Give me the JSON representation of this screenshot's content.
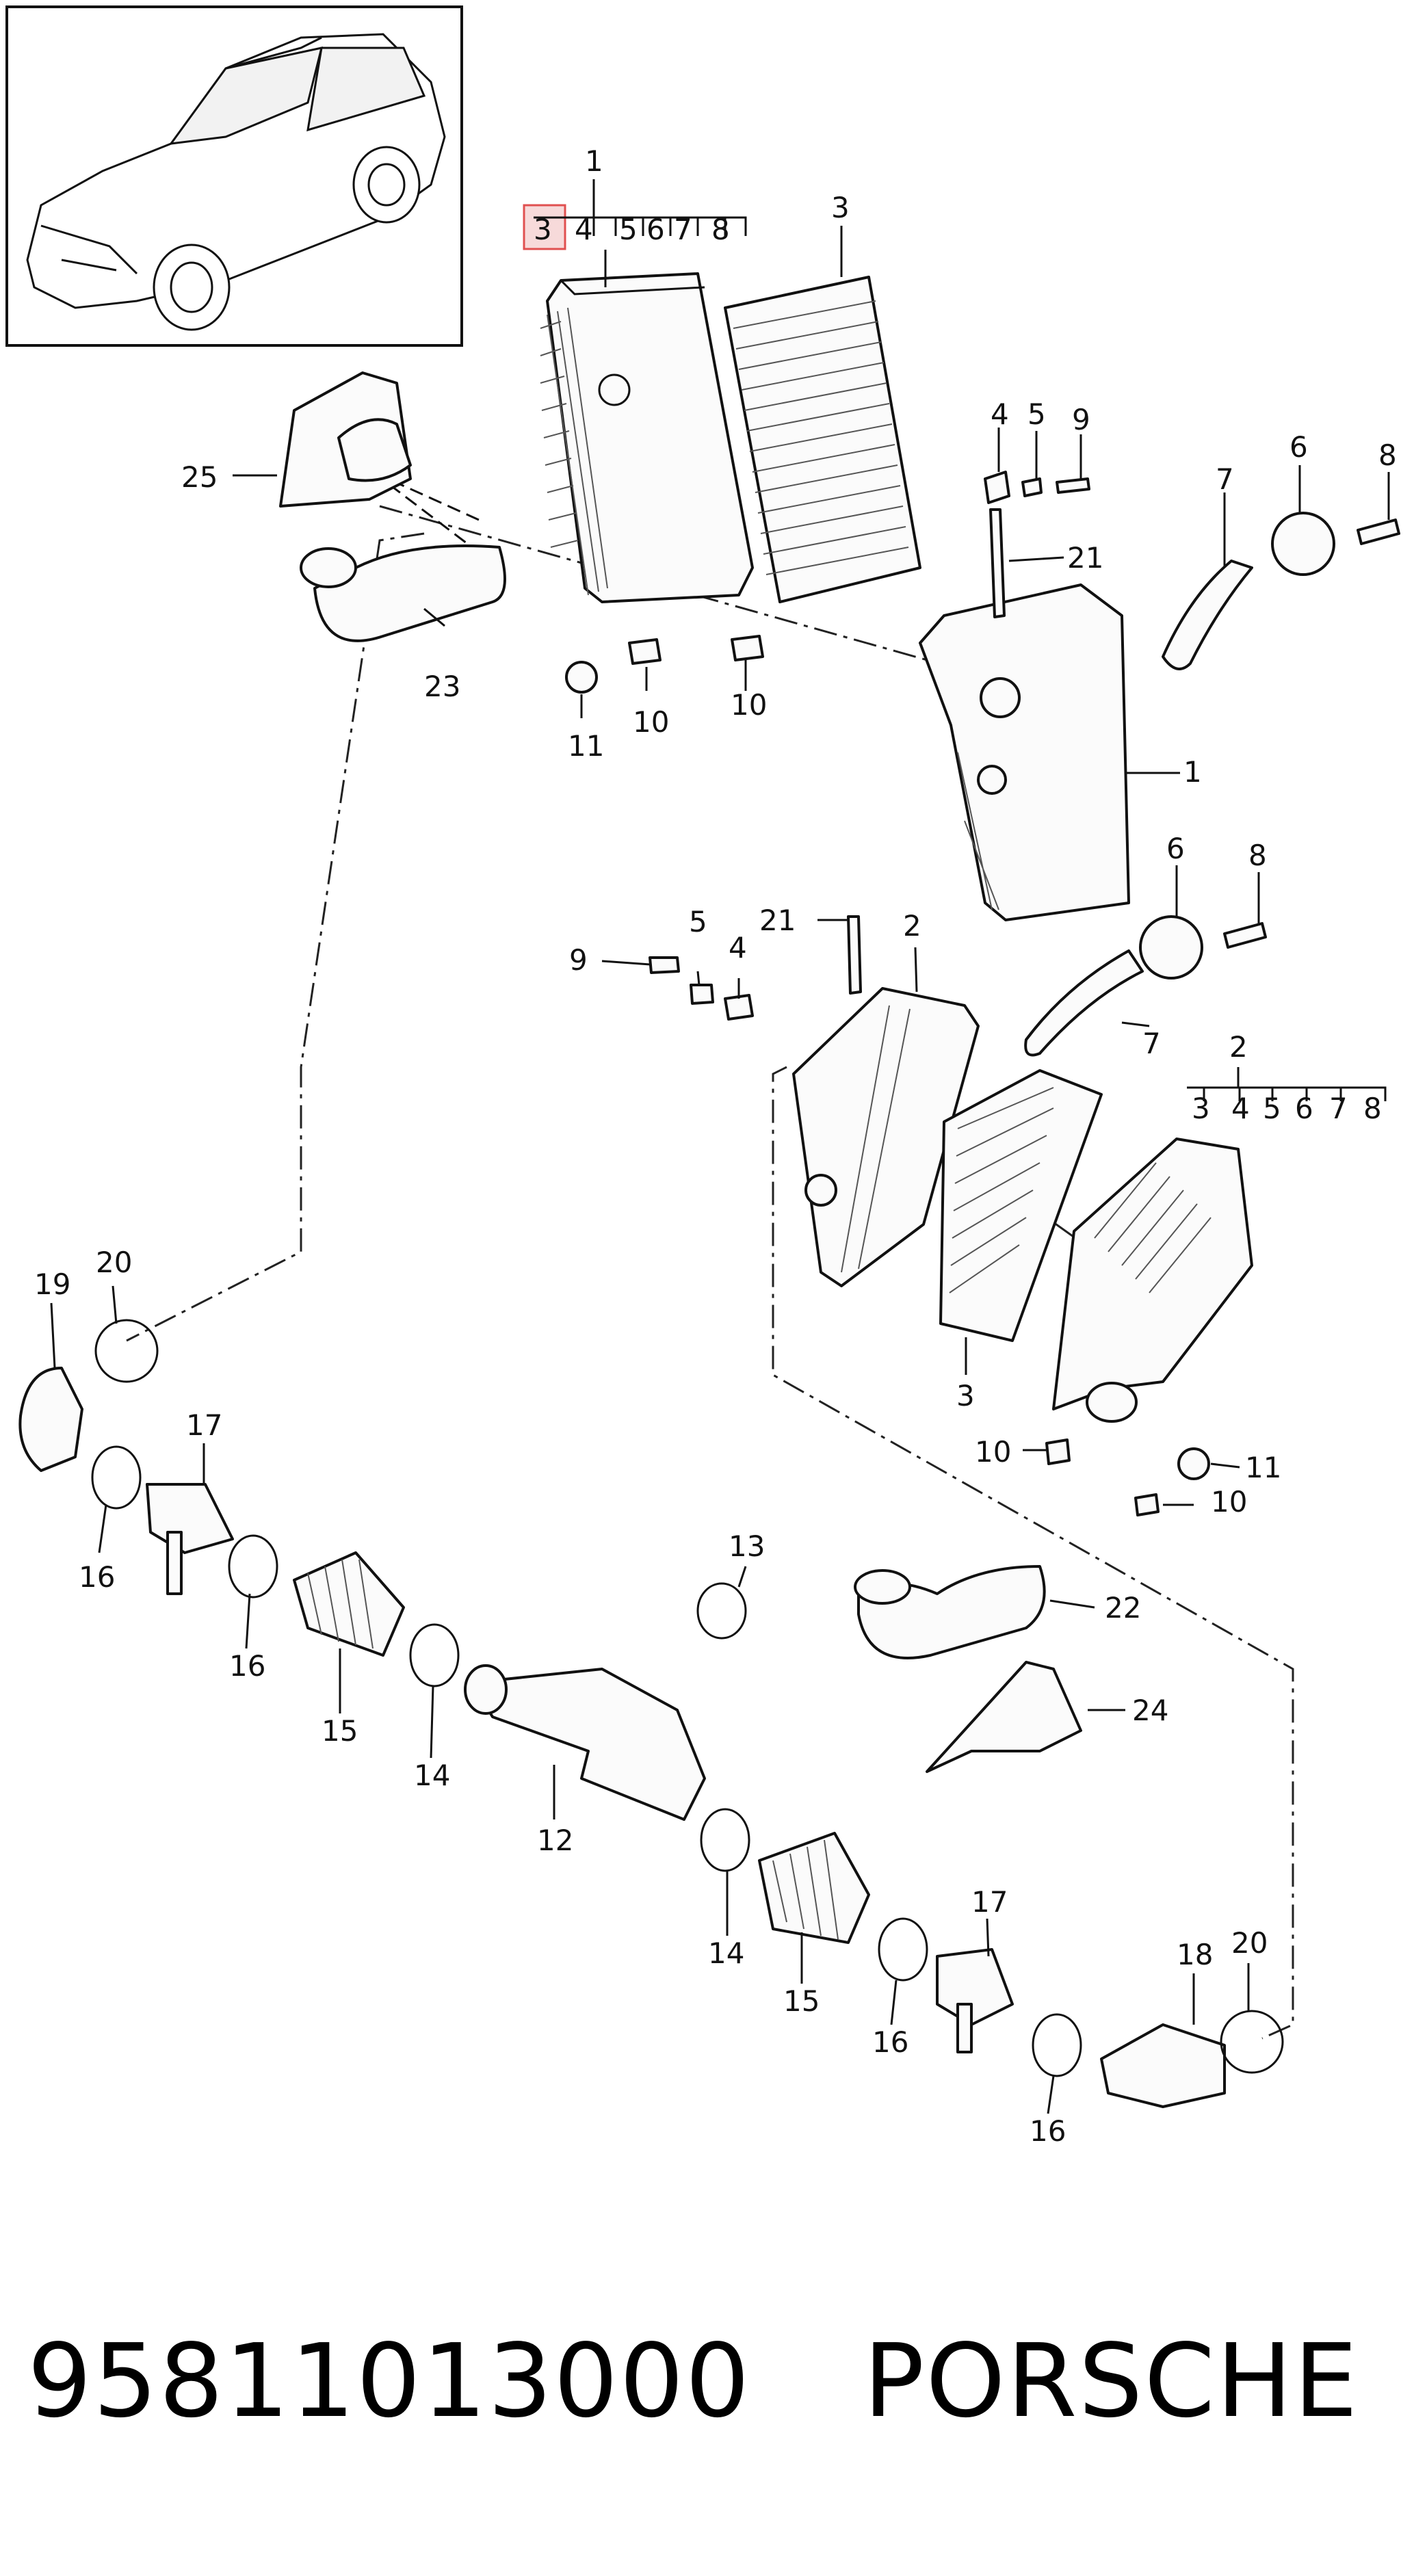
{
  "footer": {
    "part_number": "95811013000",
    "brand": "PORSCHE"
  },
  "highlight_color": "#e05050",
  "callouts": {
    "c1_top": "1",
    "c3_box": "3",
    "c4_top": "4",
    "c5_top": "5",
    "c6_top": "6",
    "c7_top": "7",
    "c8_top": "8",
    "c3_filter_top": "3",
    "c25": "25",
    "c23": "23",
    "c11_top": "11",
    "c10_a": "10",
    "c10_b": "10",
    "c4_mid": "4",
    "c5_mid": "5",
    "c9_mid": "9",
    "c21_mid": "21",
    "c6_right": "6",
    "c8_right": "8",
    "c7_right": "7",
    "c1_right": "1",
    "c6_lower": "6",
    "c8_lower": "8",
    "c21_lower": "21",
    "c2_lower": "2",
    "c5_lower": "5",
    "c9_lower": "9",
    "c4_lower": "4",
    "c7_lower": "7",
    "c2_right": "2",
    "c3_r": "3",
    "c4_r": "4",
    "c5_r": "5",
    "c6_r": "6",
    "c7_r": "7",
    "c8_r": "8",
    "c19": "19",
    "c20_left": "20",
    "c3_filter_low": "3",
    "c10_c": "10",
    "c11_low": "11",
    "c10_d": "10",
    "c17_left": "17",
    "c16_a": "16",
    "c16_b": "16",
    "c15_left": "15",
    "c14_left": "14",
    "c13": "13",
    "c22": "22",
    "c24": "24",
    "c12": "12",
    "c14_right": "14",
    "c15_right": "15",
    "c17_right": "17",
    "c16_c": "16",
    "c16_d": "16",
    "c18": "18",
    "c20_right": "20"
  }
}
